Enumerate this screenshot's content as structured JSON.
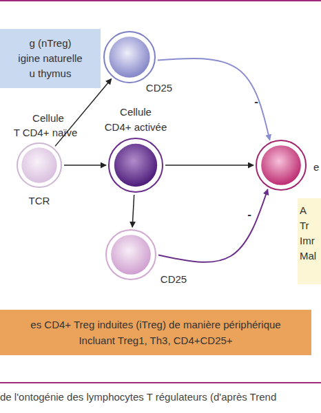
{
  "diagram": {
    "caption": "de l'ontogénie des lymphocytes T régulateurs (d'après Trend",
    "nodes": [
      {
        "text": [
          "g (nTreg)",
          "igine naturelle u thymus"
        ]
      },
      {
        "text": [
          "CD25"
        ]
      },
      {
        "text": [
          "Cellule",
          "T CD4+ naïve",
          "TCR"
        ]
      },
      {
        "text": [
          "Cellule",
          "CD4+ activée"
        ]
      },
      {
        "text": [
          "e"
        ]
      },
      {
        "text": [
          "A",
          "Tr",
          "Imr",
          "Mal"
        ]
      },
      {
        "text": [
          "CD25"
        ]
      },
      {
        "text": [
          "es CD4+ Treg induites (iTreg) de manière périphérique",
          "Incluant Treg1, Th3, CD4+CD25+"
        ]
      }
    ],
    "edges": [
      {
        "from": 2,
        "to": 1,
        "arrow": "to"
      },
      {
        "from": 2,
        "to": 3,
        "arrow": "to"
      },
      {
        "from": 3,
        "to": 4,
        "arrow": "to"
      },
      {
        "from": 3,
        "to": 6,
        "arrow": "to"
      },
      {
        "from": 1,
        "to": 4,
        "label": "-",
        "arrow": "to"
      },
      {
        "from": 6,
        "to": 4,
        "label": "-",
        "arrow": "to"
      }
    ]
  }
}
